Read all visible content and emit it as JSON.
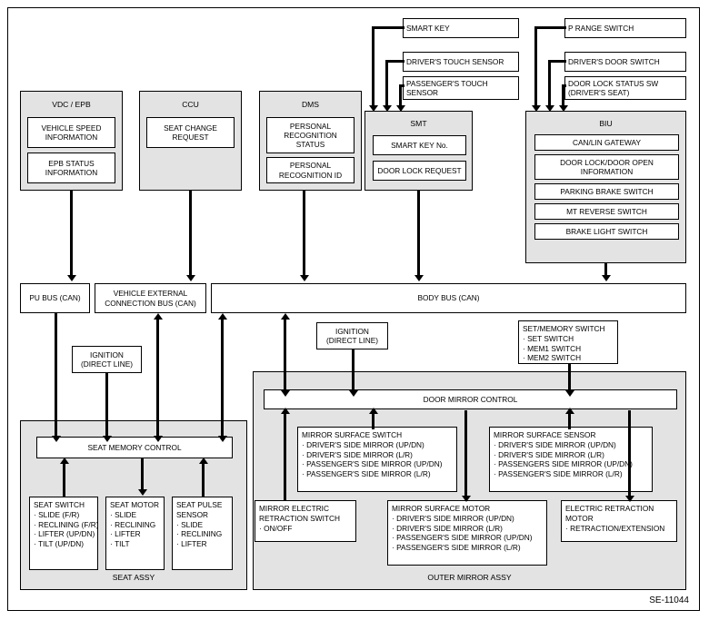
{
  "diagram": {
    "code": "SE-11044",
    "units": {
      "vdc_epb": {
        "title": "VDC / EPB",
        "items": [
          "VEHICLE SPEED\nINFORMATION",
          "EPB STATUS\nINFORMATION"
        ]
      },
      "ccu": {
        "title": "CCU",
        "items": [
          "SEAT CHANGE\nREQUEST"
        ]
      },
      "dms": {
        "title": "DMS",
        "items": [
          "PERSONAL\nRECOGNITION\nSTATUS",
          "PERSONAL\nRECOGNITION ID"
        ]
      },
      "smt": {
        "title": "SMT",
        "items": [
          "SMART KEY No.",
          "DOOR LOCK REQUEST"
        ]
      },
      "biu": {
        "title": "BIU",
        "items": [
          "CAN/LIN GATEWAY",
          "DOOR LOCK/DOOR OPEN\nINFORMATION",
          "PARKING BRAKE SWITCH",
          "MT REVERSE SWITCH",
          "BRAKE LIGHT SWITCH"
        ]
      }
    },
    "smt_inputs": [
      "SMART KEY",
      "DRIVER'S TOUCH SENSOR",
      "PASSENGER'S TOUCH\nSENSOR"
    ],
    "biu_inputs": [
      "P RANGE SWITCH",
      "DRIVER'S DOOR SWITCH",
      "DOOR LOCK STATUS SW\n(DRIVER'S SEAT)"
    ],
    "buses": {
      "pu_bus": "PU BUS (CAN)",
      "vehicle_external_bus": "VEHICLE EXTERNAL\nCONNECTION BUS (CAN)",
      "body_bus": "BODY BUS (CAN)"
    },
    "ignition_seat": "IGNITION\n(DIRECT LINE)",
    "ignition_mirror": "IGNITION\n(DIRECT LINE)",
    "set_memory_switch": {
      "header": "SET/MEMORY SWITCH",
      "items": [
        "SET SWITCH",
        "MEM1 SWITCH",
        "MEM2 SWITCH"
      ]
    },
    "seat_assy": {
      "label": "SEAT ASSY",
      "control": "SEAT MEMORY CONTROL",
      "seat_switch": {
        "header": "SEAT SWITCH",
        "items": [
          "SLIDE (F/R)",
          "RECLINING (F/R)",
          "LIFTER (UP/DN)",
          "TILT (UP/DN)"
        ]
      },
      "seat_motor": {
        "header": "SEAT MOTOR",
        "items": [
          "SLIDE",
          "RECLINING",
          "LIFTER",
          "TILT"
        ]
      },
      "seat_pulse_sensor": {
        "header": "SEAT PULSE\nSENSOR",
        "items": [
          "SLIDE",
          "RECLINING",
          "LIFTER"
        ]
      }
    },
    "outer_mirror_assy": {
      "label": "OUTER MIRROR ASSY",
      "control": "DOOR MIRROR CONTROL",
      "mirror_surface_switch": {
        "header": "MIRROR SURFACE SWITCH",
        "items": [
          "DRIVER'S SIDE MIRROR (UP/DN)",
          "DRIVER'S SIDE MIRROR (L/R)",
          "PASSENGER'S SIDE MIRROR (UP/DN)",
          "PASSENGER'S SIDE MIRROR (L/R)"
        ]
      },
      "mirror_surface_sensor": {
        "header": "MIRROR SURFACE SENSOR",
        "items": [
          "DRIVER'S SIDE MIRROR (UP/DN)",
          "DRIVER'S SIDE MIRROR (L/R)",
          "PASSENGERS SIDE MIRROR (UP/DN)",
          "PASSENGER'S SIDE MIRROR (L/R)"
        ]
      },
      "mirror_electric_retraction_switch": {
        "header": "MIRROR ELECTRIC\nRETRACTION SWITCH",
        "items": [
          "ON/OFF"
        ]
      },
      "mirror_surface_motor": {
        "header": "MIRROR SURFACE MOTOR",
        "items": [
          "DRIVER'S SIDE MIRROR (UP/DN)",
          "DRIVER'S SIDE MIRROR (L/R)",
          "PASSENGER'S SIDE MIRROR (UP/DN)",
          "PASSENGER'S SIDE MIRROR (L/R)"
        ]
      },
      "electric_retraction_motor": {
        "header": "ELECTRIC RETRACTION\nMOTOR",
        "items": [
          "RETRACTION/EXTENSION"
        ]
      }
    }
  }
}
